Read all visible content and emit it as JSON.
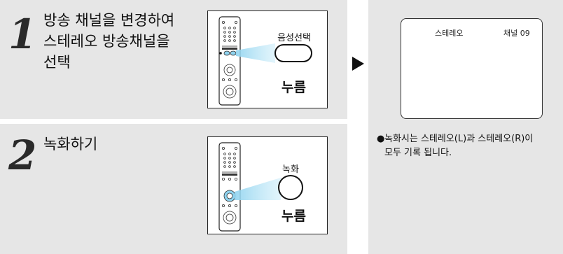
{
  "step1": {
    "number": "1",
    "text": "방송 채널을 변경하여\n스테레오 방송채널을\n선택",
    "button_label": "음성선택",
    "press_label": "누름"
  },
  "step2": {
    "number": "2",
    "text": "녹화하기",
    "button_label": "녹화",
    "press_label": "누름"
  },
  "screen": {
    "mode_text": "스테레오",
    "channel_text": "채널 09"
  },
  "note": {
    "bullet": "●",
    "text": "녹화시는 스테레오(L)과 스테레오(R)이\n모두 기록 됩니다."
  },
  "icons": {
    "arrow": "triangle-right-icon",
    "remote": "remote-control-icon"
  },
  "colors": {
    "panel_bg": "#e6e6e6",
    "highlight_beam": "#8fd3ef"
  }
}
